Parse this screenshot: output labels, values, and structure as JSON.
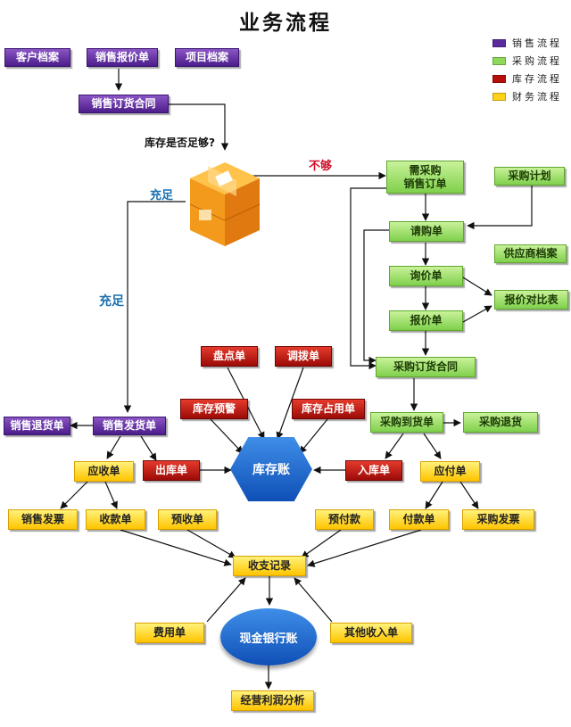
{
  "title": "业务流程",
  "legend": [
    {
      "label": "销售流程",
      "color": "#5b2a9e"
    },
    {
      "label": "采购流程",
      "color": "#8ed85a"
    },
    {
      "label": "库存流程",
      "color": "#b50f0a"
    },
    {
      "label": "财务流程",
      "color": "#ffd21a"
    }
  ],
  "labels": {
    "stock_question": "库存是否足够?",
    "not_enough": "不够",
    "enough_1": "充足",
    "enough_2": "充足"
  },
  "nodes": {
    "customer_file": "客户档案",
    "sales_quote": "销售报价单",
    "project_file": "项目档案",
    "sales_contract": "销售订货合同",
    "purchase_req_sales_order": "需采购\n销售订单",
    "purchase_plan": "采购计划",
    "purchase_request": "请购单",
    "supplier_file": "供应商档案",
    "inquiry": "询价单",
    "price_compare": "报价对比表",
    "vendor_quote": "报价单",
    "purchase_contract": "采购订货合同",
    "stocktake": "盘点单",
    "transfer": "调拨单",
    "stock_alert": "库存预警",
    "stock_occupy": "库存占用单",
    "sales_return": "销售退货单",
    "sales_delivery": "销售发货单",
    "purchase_arrival": "采购到货单",
    "purchase_return": "采购退货",
    "receivable": "应收单",
    "outbound": "出库单",
    "inventory_ledger": "库存账",
    "inbound": "入库单",
    "payable": "应付单",
    "sales_invoice": "销售发票",
    "receipt": "收款单",
    "advance_receipt": "预收单",
    "advance_payment": "预付款",
    "payment": "付款单",
    "purchase_invoice": "采购发票",
    "cash_record": "收支记录",
    "expense": "费用单",
    "cash_bank": "现金银行账",
    "other_income": "其他收入单",
    "profit_analysis": "经营利润分析"
  }
}
